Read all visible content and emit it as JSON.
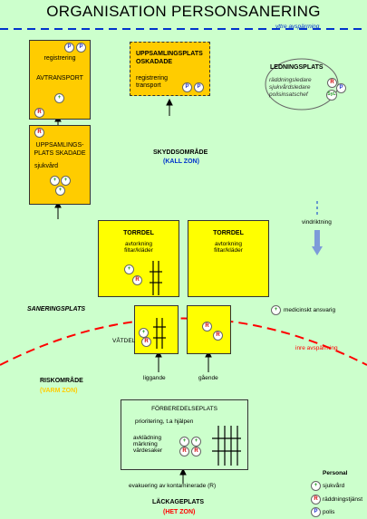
{
  "title": "ORGANISATION PERSONSANERING",
  "labels": {
    "outer_barrier": "yttre avspärrning",
    "inner_barrier": "inre avspärrning",
    "collection_damaged": [
      "UPPSAMLINGSPLATS",
      "OSKADADE"
    ],
    "collection_damaged_sub": [
      "registrering",
      "transport"
    ],
    "registration": "registrering",
    "avtransport": "AVTRANSPORT",
    "collection_injured": [
      "UPPSAMLINGS-",
      "PLATS SKADADE"
    ],
    "sjukvard": "sjukvård",
    "command_post": "LEDNINGSPLATS",
    "command_roles": [
      "räddningsledare",
      "sjukvårdsledare",
      "polisinsatschef"
    ],
    "skydd_zone": "SKYDDSOMRÅDE",
    "kall_zone": "(KALL ZON)",
    "wind": "vindriktning",
    "torrdel": "TORRDEL",
    "torrdel_text": [
      "avtorkning",
      "filtar/kläder"
    ],
    "saneringsplats": "SANERINGSPLATS",
    "medical_responsible": "medicinskt ansvarig",
    "vatdel": "VÅTDEL",
    "riskomrade": "RISKOMRÅDE",
    "varm_zon": "(VARM ZON)",
    "liggande": "liggande",
    "gaende": "gående",
    "forberedelse": "FÖRBEREDELSEPLATS",
    "priority": "prioritering, t.a hjälpen",
    "forberedelse_steps": [
      "avklädning",
      "märkning",
      "värdesaker"
    ],
    "evacuation": "evakuering av kontaminerade (R)",
    "lackageplats": "LÄCKAGEPLATS",
    "het_zon": "(HET ZON)",
    "legend_title": "Personal",
    "legend": [
      "sjukvård",
      "räddningstjänst",
      "polis"
    ],
    "symbols": {
      "sjukvard": "+",
      "raddning": "R",
      "polis": "P",
      "sylt": "SyL"
    }
  },
  "colors": {
    "orange": "#ffcc00",
    "yellow": "#ffff00",
    "green_bg": "#ccffcc",
    "blue_line": "#0033cc",
    "red_line": "#ff0000",
    "varm_zon": "#ffcc00"
  }
}
